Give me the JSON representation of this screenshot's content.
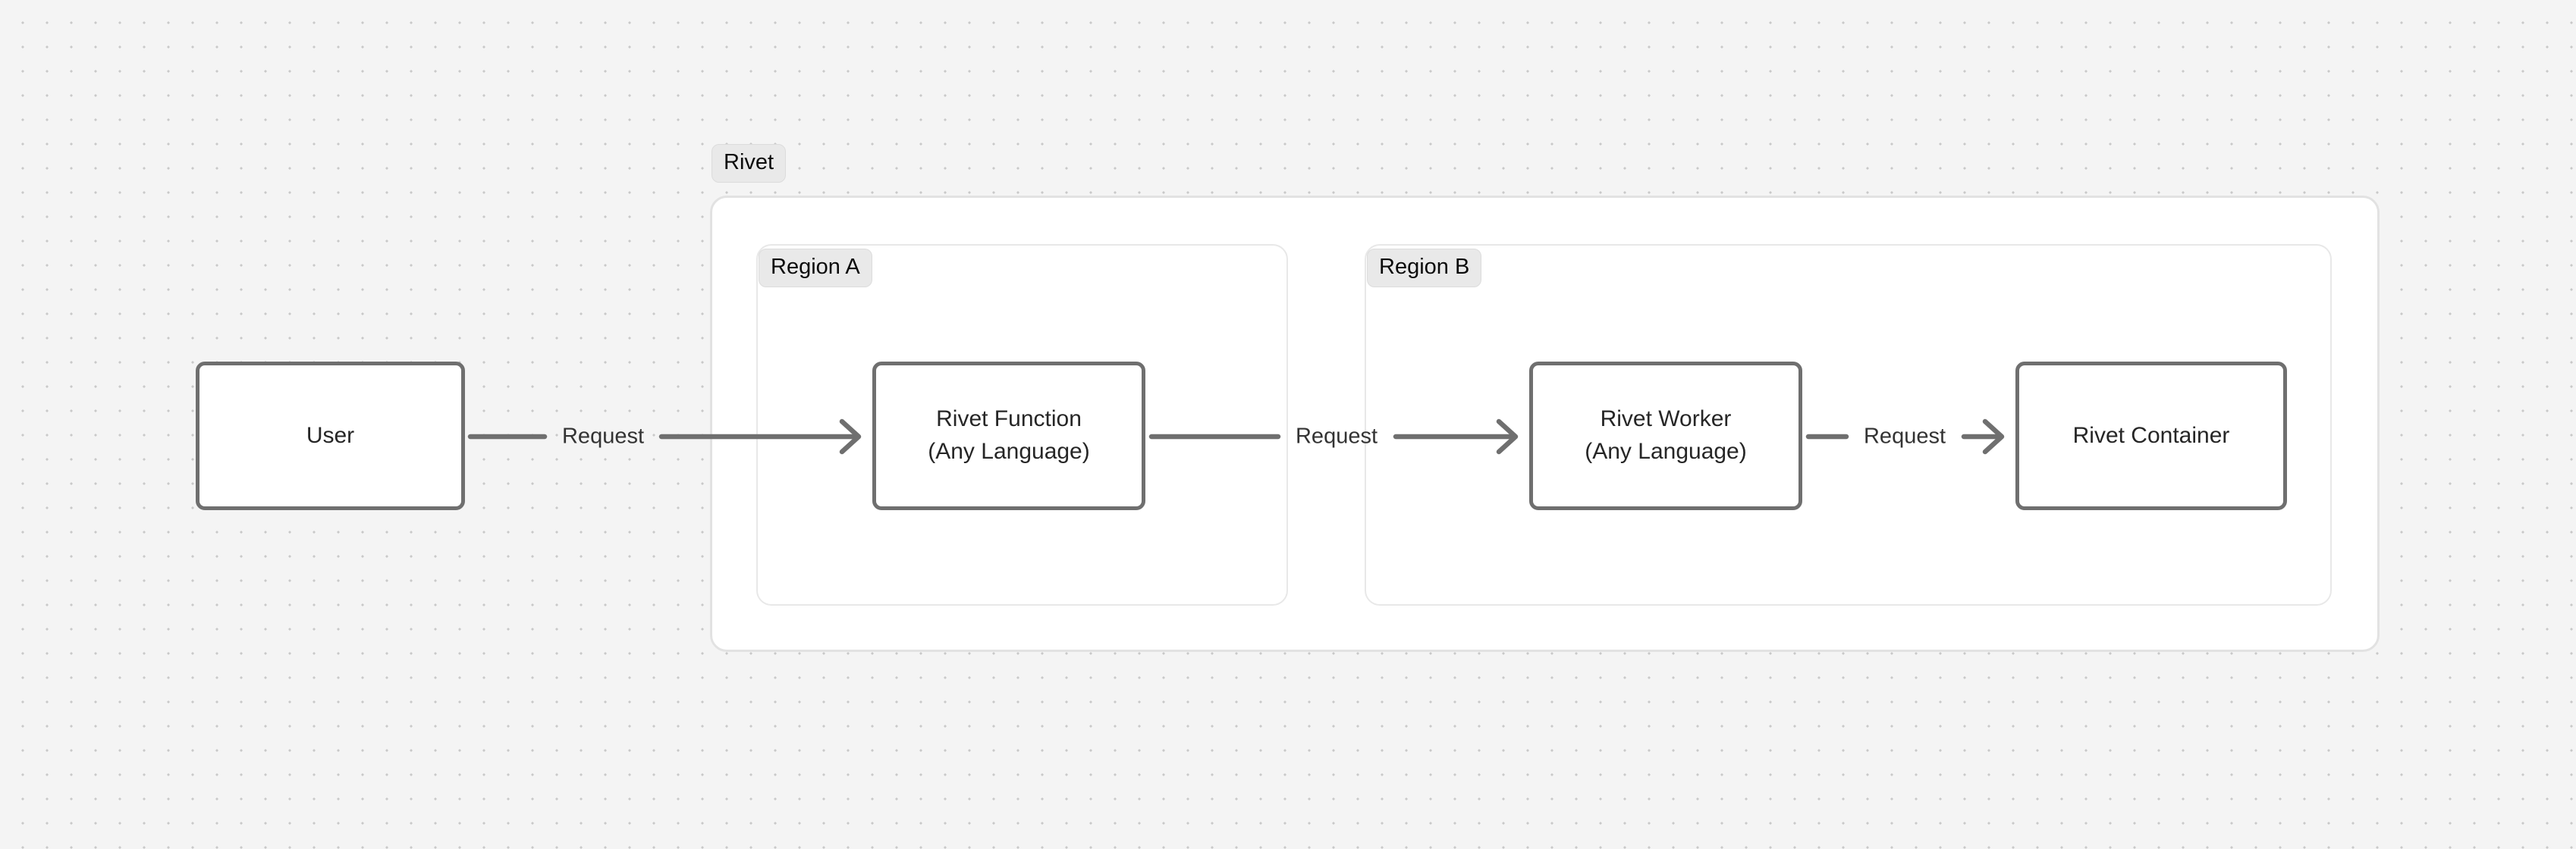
{
  "diagram": {
    "background": "#f4f4f4",
    "dot_color": "#c9c9c9",
    "node_border_color": "#6f6f6f",
    "node_fill_color": "#ffffff",
    "cluster_border_color": "#e2e2e2",
    "cluster_label_fill": "#e9e9e9",
    "edge_color": "#6f6f6f",
    "text_color": "#262626",
    "clusters": [
      {
        "id": "rivet",
        "label": "Rivet"
      },
      {
        "id": "region-a",
        "label": "Region A"
      },
      {
        "id": "region-b",
        "label": "Region B"
      }
    ],
    "nodes": [
      {
        "id": "user",
        "line1": "User",
        "line2": ""
      },
      {
        "id": "rivet-function",
        "line1": "Rivet Function",
        "line2": "(Any Language)"
      },
      {
        "id": "rivet-worker",
        "line1": "Rivet Worker",
        "line2": "(Any Language)"
      },
      {
        "id": "rivet-container",
        "line1": "Rivet Container",
        "line2": ""
      }
    ],
    "edges": [
      {
        "id": "edge-1",
        "from": "user",
        "to": "rivet-function",
        "label": "Request"
      },
      {
        "id": "edge-2",
        "from": "rivet-function",
        "to": "rivet-worker",
        "label": "Request"
      },
      {
        "id": "edge-3",
        "from": "rivet-worker",
        "to": "rivet-container",
        "label": "Request"
      }
    ]
  }
}
